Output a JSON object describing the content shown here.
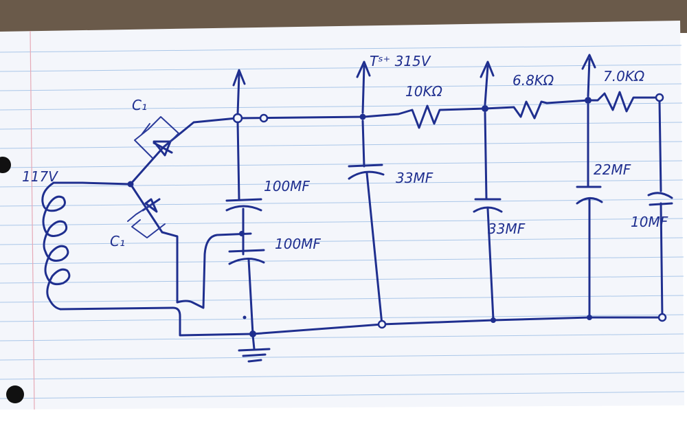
{
  "labels": {
    "source_voltage": "117V",
    "c1_top": "C₁",
    "c1_bottom": "C₁",
    "cap_1": "100MF",
    "cap_2": "100MF",
    "tap_voltage": "Tˢ⁺ 315V",
    "resistor_1": "10KΩ",
    "cap_3": "33MF",
    "cap_4": "33MF",
    "resistor_2": "6.8KΩ",
    "resistor_3": "7.0KΩ",
    "cap_5": "22MF",
    "cap_6": "10MF"
  },
  "colors": {
    "ink": "#1f2f8f",
    "paper": "#f4f6fb",
    "rule_line": "#a9c6e8",
    "margin_line": "#e6a9b6",
    "background_top": "#6a5a4a"
  }
}
